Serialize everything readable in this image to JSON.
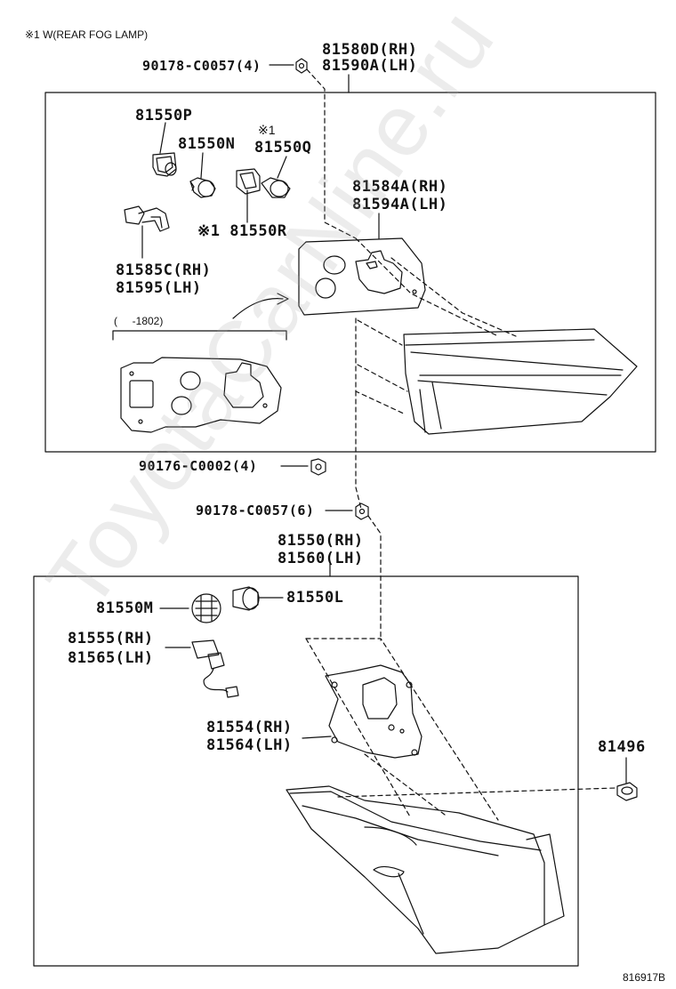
{
  "note": "※1 W(REAR FOG LAMP)",
  "watermark": "ToyotaCarNine.ru",
  "diagram_id": "816917B",
  "upper": {
    "part_81580": [
      "81580D(RH)",
      "81590A(LH)"
    ],
    "screw_90178_top": "90178-C0057(4)",
    "bulb_81550P": "81550P",
    "bulb_81550N": "81550N",
    "note_mark_q": "※1",
    "bulb_81550Q": "81550Q",
    "socket_81550R": "※1 81550R",
    "cord_81585": [
      "81585C(RH)",
      "81595(LH)"
    ],
    "cover_81584": [
      "81584A(RH)",
      "81594A(LH)"
    ],
    "variant_range": "(     -1802)"
  },
  "screw_90176": "90176-C0002(4)",
  "screw_90178_mid": "90178-C0057(6)",
  "lower": {
    "lamp_81550": [
      "81550(RH)",
      "81560(LH)"
    ],
    "socket_81550M": "81550M",
    "bulb_81550L": "81550L",
    "cord_81555": [
      "81555(RH)",
      "81565(LH)"
    ],
    "gasket_81554": [
      "81554(RH)",
      "81564(LH)"
    ],
    "clip_81496": "81496"
  },
  "colors": {
    "line": "#111111",
    "watermark": "#aaaaaa"
  }
}
